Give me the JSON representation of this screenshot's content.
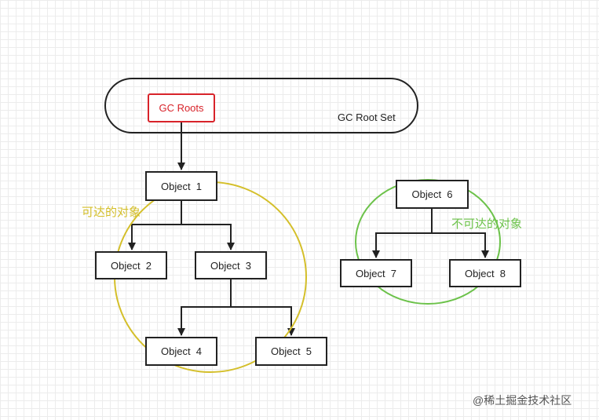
{
  "gc_root_set": {
    "label": "GC Root Set"
  },
  "gc_roots": {
    "label": "GC Roots",
    "color": "#d8232a"
  },
  "objects": {
    "o1": "Object  1",
    "o2": "Object  2",
    "o3": "Object  3",
    "o4": "Object  4",
    "o5": "Object  5",
    "o6": "Object  6",
    "o7": "Object  7",
    "o8": "Object  8"
  },
  "regions": {
    "reachable": {
      "label": "可达的对象",
      "color": "#d4bf2a"
    },
    "unreachable": {
      "label": "不可达的对象",
      "color": "#6cc24a"
    }
  },
  "watermark": {
    "text": "@稀土掘金技术社区"
  }
}
